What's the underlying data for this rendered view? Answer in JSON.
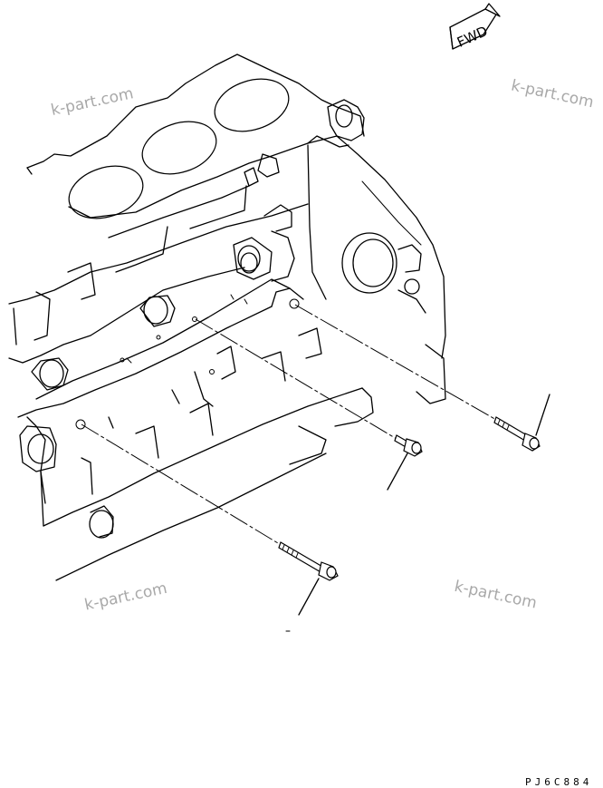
{
  "diagram": {
    "direction_label": "FWD",
    "drawing_code": "PJ6C884",
    "watermark_text": "k-part.com",
    "watermarks": [
      "k-part.com",
      "k-part.com",
      "k-part.com",
      "k-part.com"
    ]
  },
  "bolts": [
    {
      "name": "bolt-right"
    },
    {
      "name": "bolt-middle"
    },
    {
      "name": "bolt-left"
    }
  ]
}
